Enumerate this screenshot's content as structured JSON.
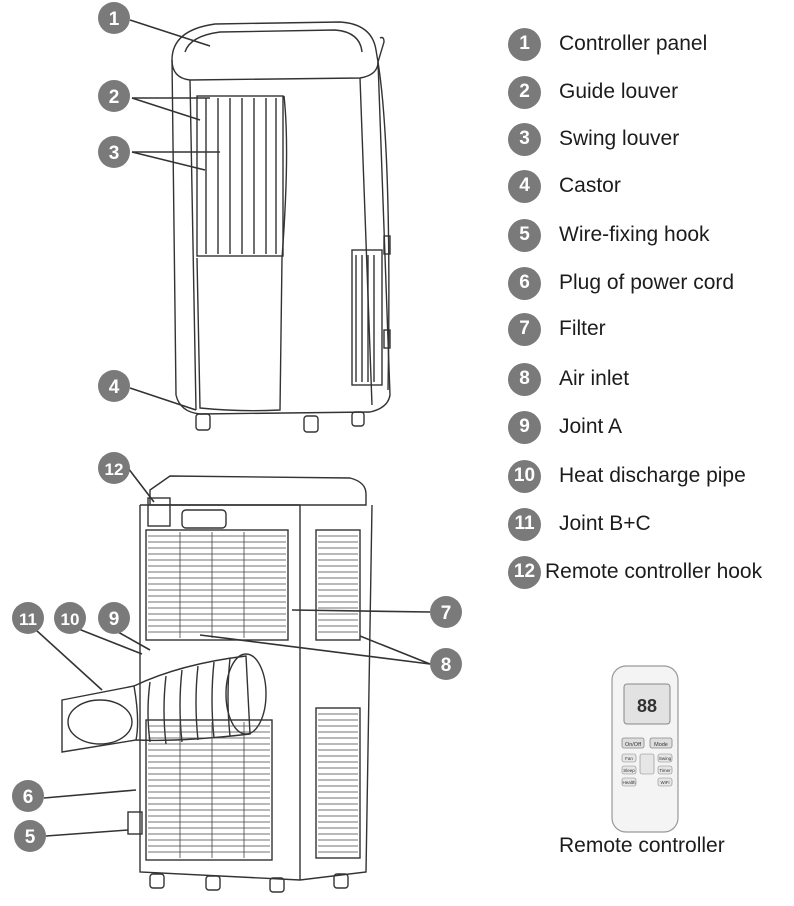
{
  "callout_numbers": [
    "1",
    "2",
    "3",
    "4",
    "5",
    "6",
    "7",
    "8",
    "9",
    "10",
    "11",
    "12"
  ],
  "legend": [
    {
      "num": "1",
      "label": "Controller panel"
    },
    {
      "num": "2",
      "label": "Guide louver"
    },
    {
      "num": "3",
      "label": "Swing louver"
    },
    {
      "num": "4",
      "label": "Castor"
    },
    {
      "num": "5",
      "label": "Wire-fixing hook"
    },
    {
      "num": "6",
      "label": "Plug of power cord"
    },
    {
      "num": "7",
      "label": "Filter"
    },
    {
      "num": "8",
      "label": "Air inlet"
    },
    {
      "num": "9",
      "label": "Joint A"
    },
    {
      "num": "10",
      "label": "Heat discharge pipe"
    },
    {
      "num": "11",
      "label": "Joint B+C"
    },
    {
      "num": "12",
      "label": "Remote controller hook"
    }
  ],
  "remote": {
    "caption": "Remote controller",
    "buttons": [
      "On/Off",
      "Mode",
      "Fan",
      "Swing",
      "Sleep",
      "Timer",
      "Health",
      "WiFi"
    ]
  },
  "colors": {
    "badge": "#7a7a7a",
    "line": "#333333",
    "text": "#1c1c1c"
  }
}
